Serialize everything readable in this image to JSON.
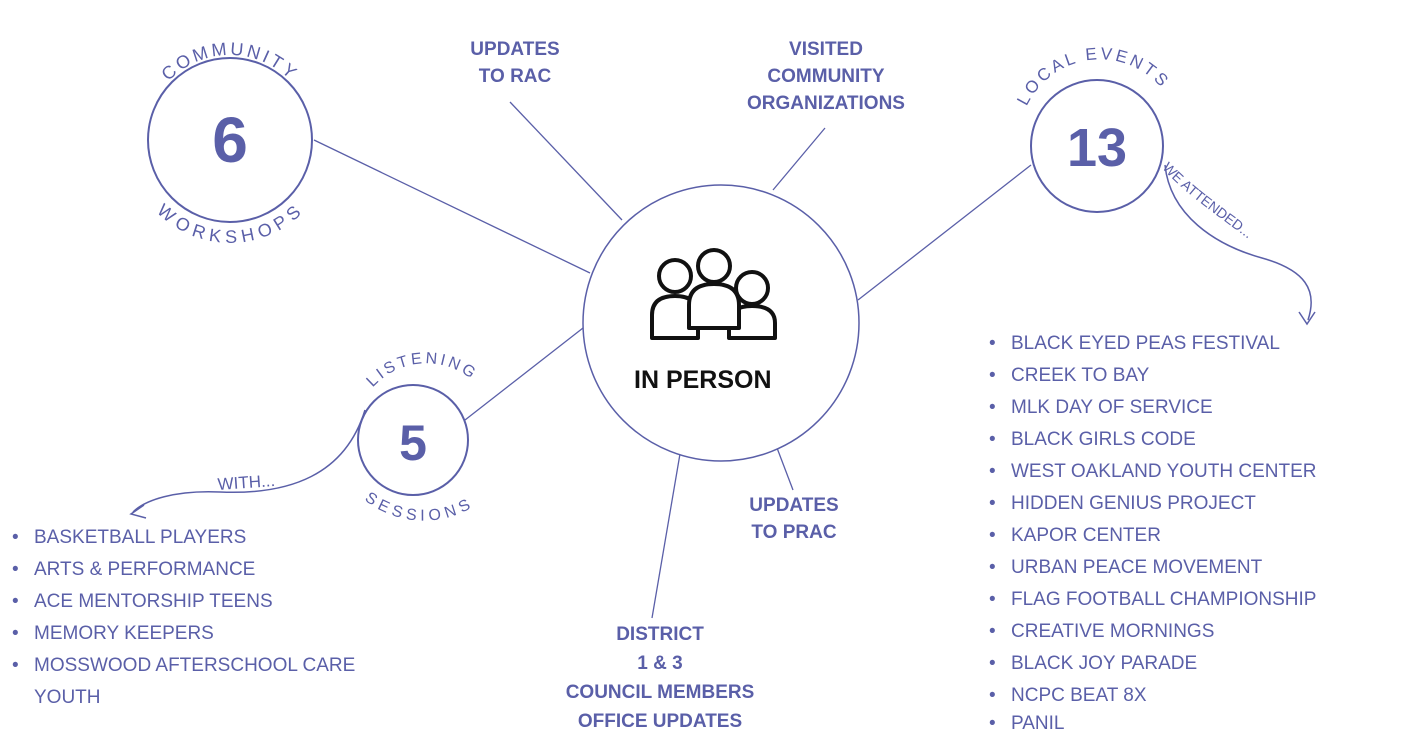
{
  "center": {
    "label": "IN PERSON",
    "icon": "people-group-icon"
  },
  "colors": {
    "accent": "#5a5fa8",
    "text_dark": "#111111"
  },
  "workshops": {
    "count": "6",
    "top_text": "COMMUNITY",
    "bottom_text": "WORKSHOPS"
  },
  "local_events": {
    "count": "13",
    "top_text": "LOCAL EVENTS",
    "side_text": "WE ATTENDED..."
  },
  "listening": {
    "count": "5",
    "top_text": "LISTENING",
    "bottom_text": "SESSIONS",
    "with_text": "WITH..."
  },
  "spokes": {
    "updates_rac": [
      "UPDATES",
      "TO RAC"
    ],
    "visited": [
      "VISITED",
      "COMMUNITY",
      "ORGANIZATIONS"
    ],
    "updates_prac": [
      "UPDATES",
      "TO PRAC"
    ],
    "district": [
      "DISTRICT",
      "1 & 3",
      "COUNCIL MEMBERS",
      "OFFICE UPDATES"
    ]
  },
  "listening_groups": [
    "BASKETBALL PLAYERS",
    "ARTS & PERFORMANCE",
    "ACE MENTORSHIP TEENS",
    "MEMORY KEEPERS",
    "MOSSWOOD AFTERSCHOOL CARE YOUTH"
  ],
  "events_list": [
    "BLACK EYED PEAS FESTIVAL",
    "CREEK TO BAY",
    "MLK DAY OF SERVICE",
    "BLACK GIRLS CODE",
    "WEST OAKLAND YOUTH CENTER",
    "HIDDEN GENIUS PROJECT",
    "KAPOR CENTER",
    "URBAN PEACE MOVEMENT",
    "FLAG FOOTBALL CHAMPIONSHIP",
    "CREATIVE MORNINGS",
    "BLACK JOY PARADE",
    "NCPC BEAT 8X",
    "PANIL"
  ]
}
